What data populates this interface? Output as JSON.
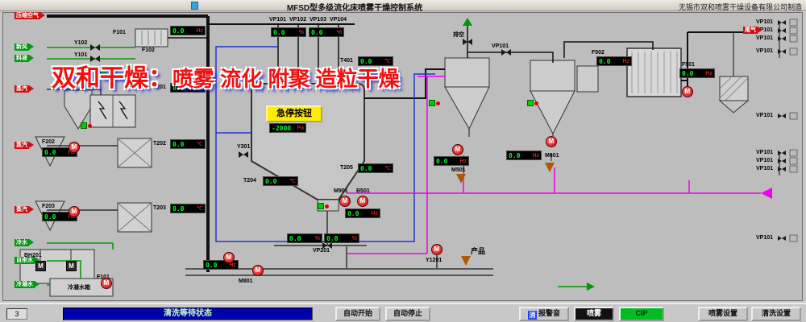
{
  "header": {
    "title": "MFSD型多级流化床喷雾干燥控制系统",
    "manufacturer": "无锡市双和喷雾干燥设备有限公司制造"
  },
  "watermark": {
    "brand": "双和干燥：",
    "slogan": "喷雾 流化 附聚 造粒干燥"
  },
  "emergency_stop": {
    "label": "急停按钮",
    "value": "-2000",
    "unit": "Pa"
  },
  "pump_symbol": "M",
  "vp_right_label": "VP101",
  "inlets": [
    {
      "label": "压缩空气",
      "color": "#cc1111"
    },
    {
      "label": "新风",
      "color": "#009911"
    },
    {
      "label": "料液",
      "color": "#009911"
    },
    {
      "label": "蒸汽",
      "color": "#cc1111"
    },
    {
      "label": "蒸汽",
      "color": "#cc1111"
    },
    {
      "label": "蒸汽",
      "color": "#cc1111"
    },
    {
      "label": "冷水",
      "color": "#009911"
    },
    {
      "label": "自来水",
      "color": "#009911"
    },
    {
      "label": "冷凝水",
      "color": "#009911"
    }
  ],
  "outlets": {
    "exhaust": "尾气",
    "vent": "排空",
    "product": "产品"
  },
  "tags": [
    "Y102",
    "Y101",
    "F101",
    "F102",
    "T201",
    "T202",
    "T203",
    "T204",
    "T205",
    "T401",
    "Y301",
    "VP101",
    "VP102",
    "VP103",
    "VP104",
    "VP101",
    "F502",
    "F501",
    "M501",
    "M601",
    "M901",
    "B501",
    "VP201",
    "M801",
    "BH201",
    "冷凝水箱",
    "F101",
    "Y1201",
    "F202",
    "F203"
  ],
  "displays": [
    {
      "tag": "F102",
      "value": "0.0",
      "unit": "Hz"
    },
    {
      "tag": "VP102",
      "value": "0.0",
      "unit": "%"
    },
    {
      "tag": "VP104",
      "value": "0.0",
      "unit": "%"
    },
    {
      "tag": "T401",
      "value": "0.0",
      "unit": "℃"
    },
    {
      "tag": "T201",
      "value": "0.0",
      "unit": "℃"
    },
    {
      "tag": "T202",
      "value": "0.0",
      "unit": "℃"
    },
    {
      "tag": "T203",
      "value": "0.0",
      "unit": "℃"
    },
    {
      "tag": "F202",
      "value": "0.0",
      "unit": "Hz"
    },
    {
      "tag": "F203",
      "value": "0.0",
      "unit": "Hz"
    },
    {
      "tag": "T204",
      "value": "0.0",
      "unit": "℃"
    },
    {
      "tag": "T205",
      "value": "0.0",
      "unit": "℃"
    },
    {
      "tag": "F502",
      "value": "0.0",
      "unit": "Hz"
    },
    {
      "tag": "F501",
      "value": "0.0",
      "unit": "Hz"
    },
    {
      "tag": "M501",
      "value": "0.0",
      "unit": "Hz"
    },
    {
      "tag": "M601",
      "value": "0.0",
      "unit": "Hz"
    },
    {
      "tag": "VP201",
      "value": "0.0",
      "unit": "%"
    },
    {
      "tag": "VP201",
      "value": "0.0",
      "unit": "%"
    },
    {
      "tag": "M901",
      "value": "0.0",
      "unit": "Hz"
    },
    {
      "tag": "M801",
      "value": "0.0",
      "unit": "Hz"
    }
  ],
  "palette": {
    "pipe_main": "#111111",
    "pipe_cip": "#ee00ee",
    "pipe_blue": "#2233cc",
    "pipe_green": "#009900",
    "display_value": "#00ff33",
    "display_unit": "#ff3333",
    "estop_bg": "#ffee00",
    "status_bg": "#0000a8",
    "cip_button": "#00bb22",
    "spray_button": "#111111"
  },
  "bottom": {
    "counter": "3",
    "status": "清洗等待状态",
    "auto_start": "自动开始",
    "auto_stop": "自动停止",
    "mute_icon": "消",
    "alarm_label": "报警音",
    "spray": "喷雾",
    "cip": "CIP",
    "spray_settings": "喷雾设置",
    "clean_settings": "清洗设置"
  }
}
